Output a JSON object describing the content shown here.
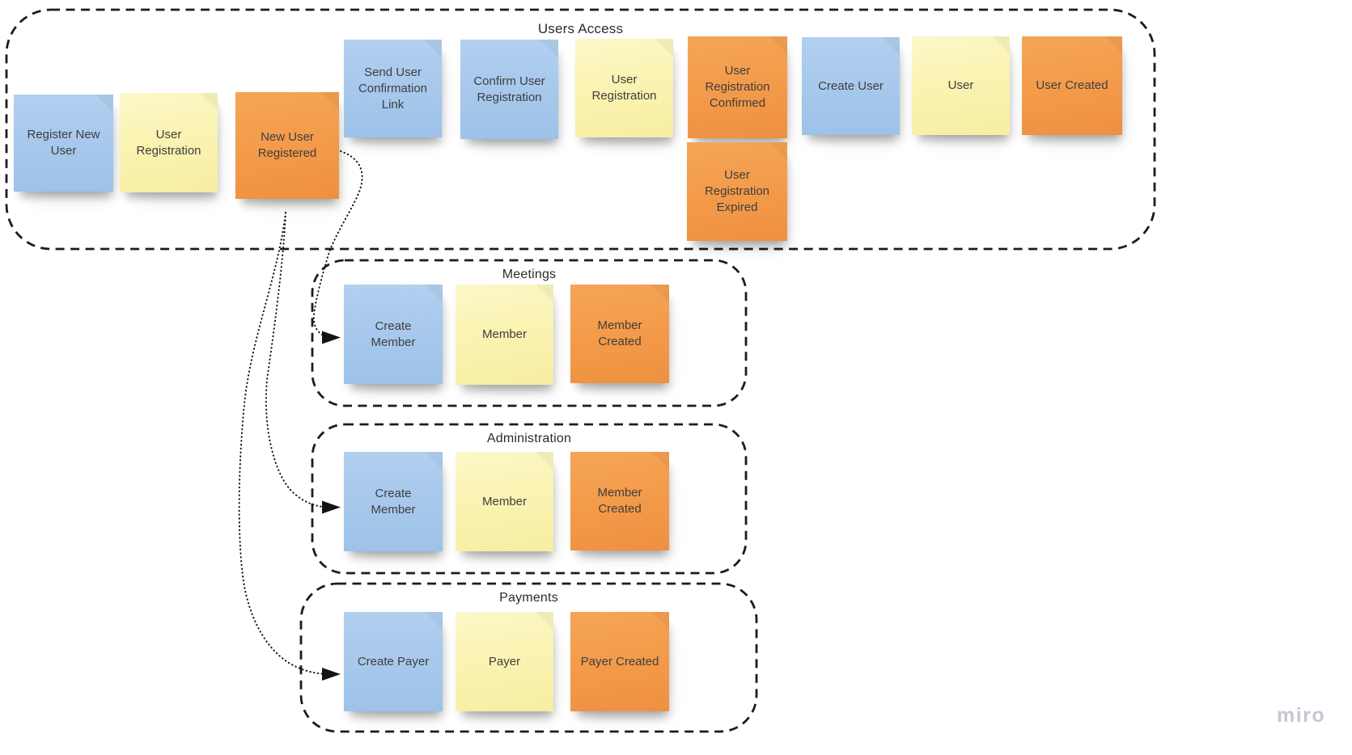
{
  "watermark": {
    "label": "miro"
  },
  "colors": {
    "note_blue": "#a8c9ec",
    "note_yellow": "#faf3b2",
    "note_orange": "#f39b4a",
    "frame_border": "#1c1c1c",
    "note_text": "#3e3e3e",
    "title_text": "#2b2b2b",
    "watermark_text": "#c7c6d3",
    "background": "#ffffff"
  },
  "groups": [
    {
      "title": "Users Access",
      "notes": [
        {
          "label": "Register New User",
          "type": "blue"
        },
        {
          "label": "User Registration",
          "type": "yellow"
        },
        {
          "label": "New User Registered",
          "type": "orange"
        },
        {
          "label": "Send User Confirmation Link",
          "type": "blue"
        },
        {
          "label": "Confirm User Registration",
          "type": "blue"
        },
        {
          "label": "User Registration",
          "type": "yellow"
        },
        {
          "label": "User Registration Confirmed",
          "type": "orange"
        },
        {
          "label": "User Registration Expired",
          "type": "orange"
        },
        {
          "label": "Create User",
          "type": "blue"
        },
        {
          "label": "User",
          "type": "yellow"
        },
        {
          "label": "User Created",
          "type": "orange"
        }
      ]
    },
    {
      "title": "Meetings",
      "notes": [
        {
          "label": "Create Member",
          "type": "blue"
        },
        {
          "label": "Member",
          "type": "yellow"
        },
        {
          "label": "Member Created",
          "type": "orange"
        }
      ]
    },
    {
      "title": "Administration",
      "notes": [
        {
          "label": "Create Member",
          "type": "blue"
        },
        {
          "label": "Member",
          "type": "yellow"
        },
        {
          "label": "Member Created",
          "type": "orange"
        }
      ]
    },
    {
      "title": "Payments",
      "notes": [
        {
          "label": "Create Payer",
          "type": "blue"
        },
        {
          "label": "Payer",
          "type": "yellow"
        },
        {
          "label": "Payer Created",
          "type": "orange"
        }
      ]
    }
  ],
  "connectors": [
    {
      "from": "New User Registered",
      "to": "Create Member (Meetings)",
      "style": "dotted-arrow"
    },
    {
      "from": "New User Registered",
      "to": "Create Member (Administration)",
      "style": "dotted-arrow"
    },
    {
      "from": "New User Registered",
      "to": "Create Payer (Payments)",
      "style": "dotted-arrow"
    }
  ]
}
